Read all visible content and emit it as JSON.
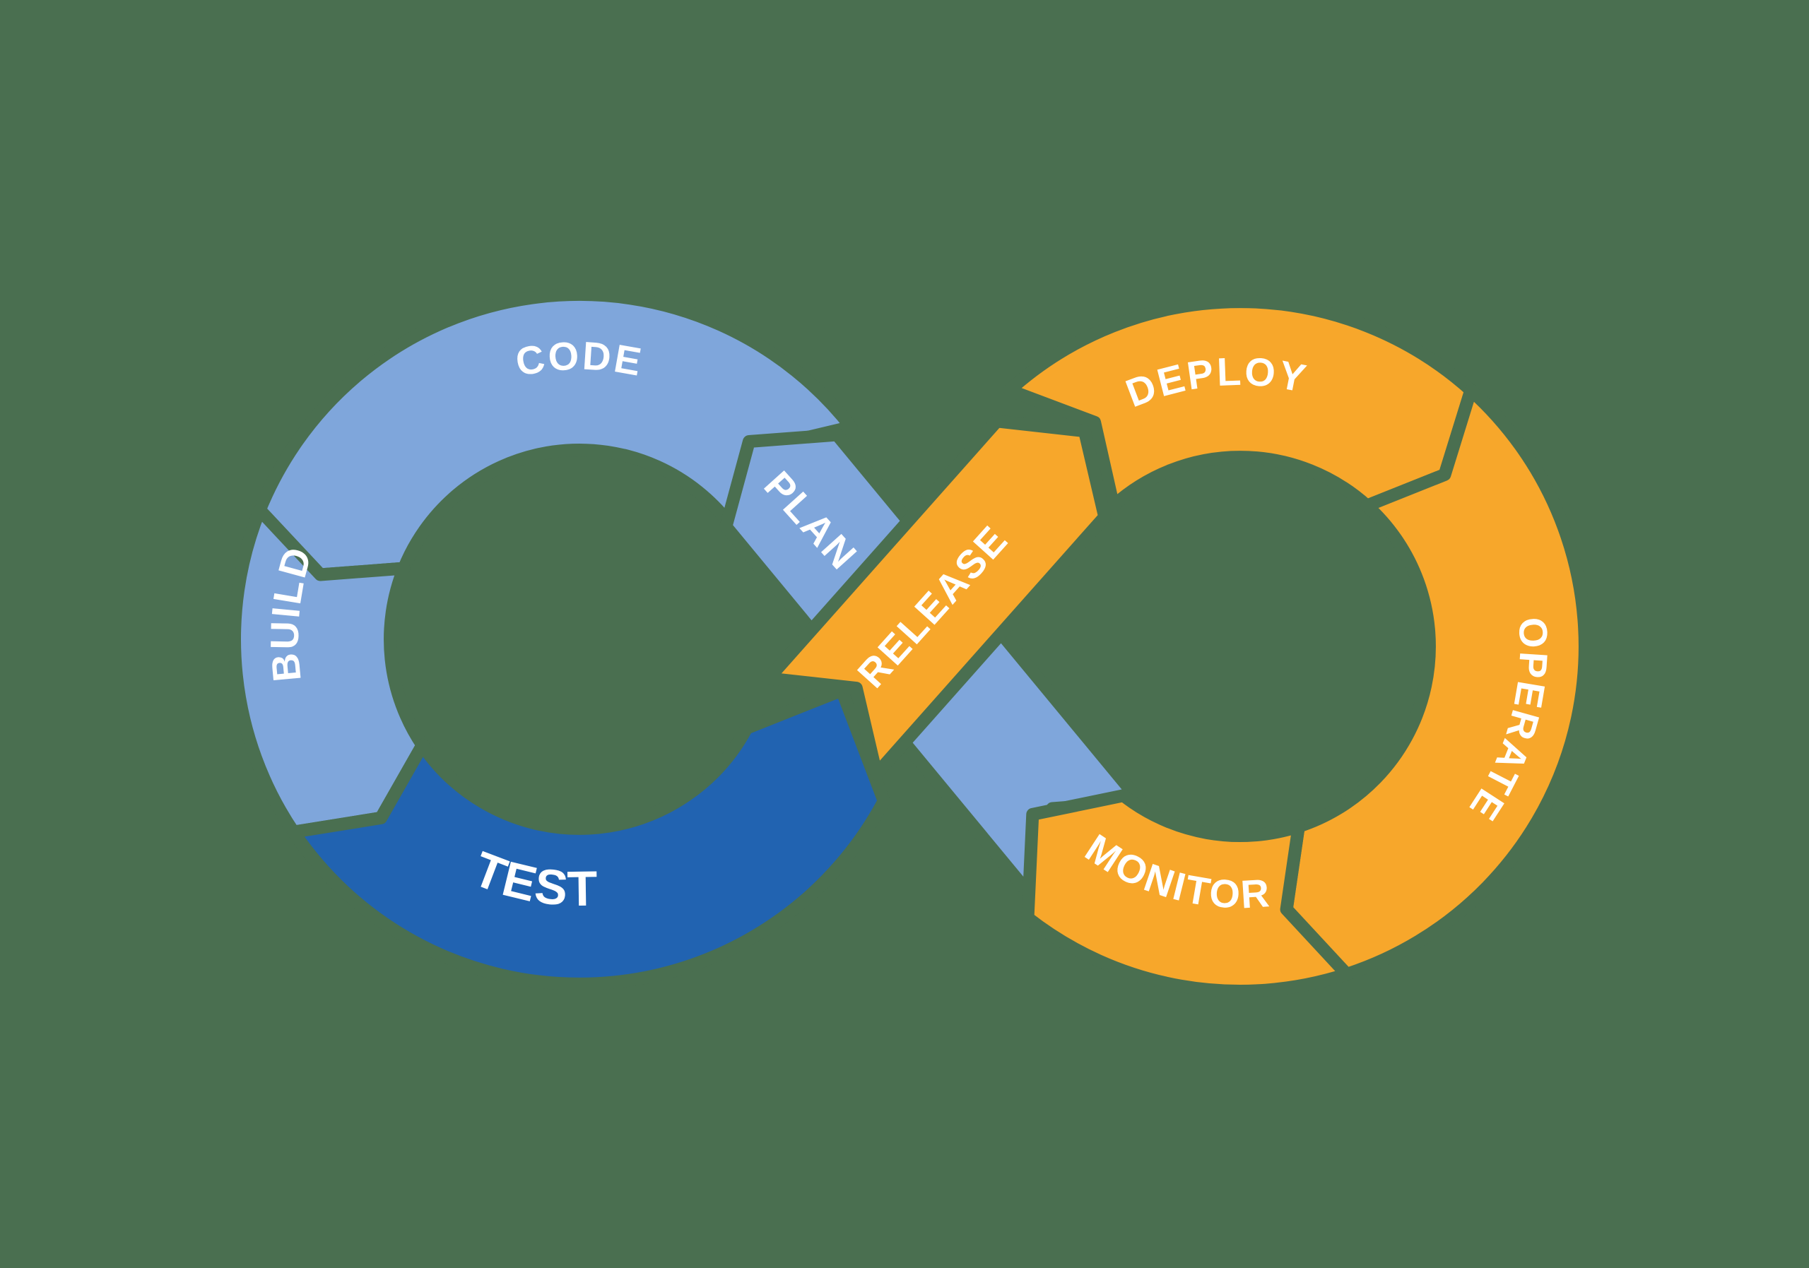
{
  "diagram": {
    "type": "devops-infinity-loop",
    "colors": {
      "background": "#4A6F50",
      "light_blue": "#7FA6DB",
      "dark_blue": "#2163B1",
      "orange": "#F7A72B",
      "text": "#FFFFFF"
    },
    "stages": {
      "plan": {
        "label": "PLAN"
      },
      "code": {
        "label": "CODE"
      },
      "build": {
        "label": "BUILD"
      },
      "test": {
        "label": "TEST"
      },
      "release": {
        "label": "RELEASE"
      },
      "deploy": {
        "label": "DEPLOY"
      },
      "operate": {
        "label": "OPERATE"
      },
      "monitor": {
        "label": "MONITOR"
      }
    },
    "flow_order": [
      "PLAN",
      "CODE",
      "BUILD",
      "TEST",
      "RELEASE",
      "DEPLOY",
      "OPERATE",
      "MONITOR"
    ]
  }
}
